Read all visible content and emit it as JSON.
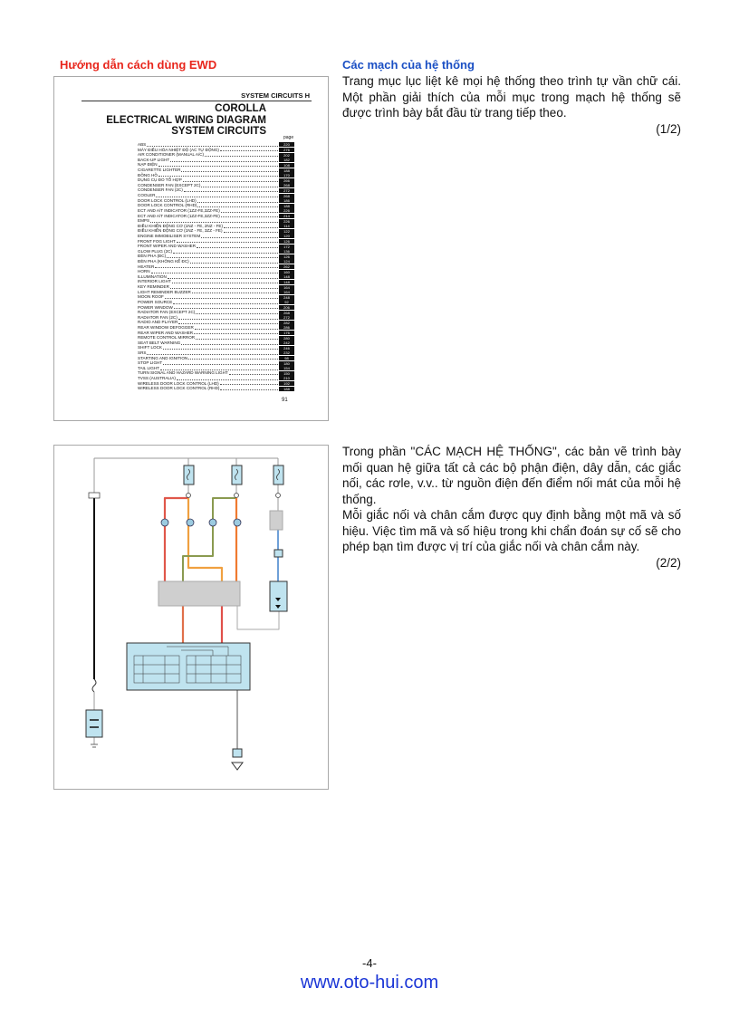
{
  "left_heading": "Hướng dẫn cách dùng EWD",
  "right_heading": "Các mạch của hệ thống",
  "para1": "Trang mục lục liệt kê mọi hệ thống theo trình tự vần chữ cái. Một phần giải thích của mỗi mục trong mạch hệ thống sẽ được trình bày bắt đầu từ trang tiếp theo.",
  "para1_index": "(1/2)",
  "para2a": "Trong phần \"CÁC MẠCH HỆ THỐNG\", các bản vẽ trình bày mối quan hệ giữa tất cả các bộ phận điện, dây dẫn, các giắc nối, các rơle, v.v.. từ nguồn điện đến điểm nối mát của mỗi hệ thống.",
  "para2b": "Mỗi giắc nối và chân cắm được quy định bằng một mã và số hiệu. Việc tìm mã và số hiệu trong khi chẩn đoán sự cố sẽ cho phép bạn tìm được vị trí của giắc nối và chân cắm này.",
  "para2_index": "(2/2)",
  "index_image": {
    "header": "SYSTEM CIRCUITS H",
    "title1": "COROLLA",
    "title2": "ELECTRICAL WIRING DIAGRAM",
    "title3": "SYSTEM CIRCUITS",
    "page_label": "page",
    "footer_page": "91",
    "entries": [
      {
        "label": "ABS",
        "page": "220"
      },
      {
        "label": "MÁY ĐIỀU HÒA NHIỆT ĐỘ (AC TỰ ĐỘNG)",
        "page": "276"
      },
      {
        "label": "AIR CONDITIONER (MANUAL A/C)",
        "page": "202"
      },
      {
        "label": "BACK-UP LIGHT",
        "page": "182"
      },
      {
        "label": "NẠP ĐIỆN",
        "page": "108"
      },
      {
        "label": "CIGARETTE LIGHTER",
        "page": "188"
      },
      {
        "label": "ĐỒNG HỒ",
        "page": "170"
      },
      {
        "label": "DỤNG CỤ ĐO TỔ HỢP",
        "page": "266"
      },
      {
        "label": "CONDENSER FAN (EXCEPT 2C)",
        "page": "268"
      },
      {
        "label": "CONDENSER FAN (2C)",
        "page": "272"
      },
      {
        "label": "COOLER",
        "page": "268"
      },
      {
        "label": "DOOR LOCK CONTROL (LHD)",
        "page": "186"
      },
      {
        "label": "DOOR LOCK CONTROL (RHD)",
        "page": "188"
      },
      {
        "label": "ECT AND A/T INDICATOR (1ZZ-FE,3ZZ-FE)",
        "page": "226"
      },
      {
        "label": "ECT AND A/T INDICATOR (1ZZ-FE,3ZZ-FE)",
        "page": "214"
      },
      {
        "label": "EMPS",
        "page": "226"
      },
      {
        "label": "ĐIỀU KHIỂN ĐỘNG CƠ (1NZ - FE, 2NZ - FE)",
        "page": "114"
      },
      {
        "label": "ĐIỀU KHIỂN ĐỘNG CƠ (1NZ - FE, 3ZZ - FE)",
        "page": "122"
      },
      {
        "label": "ENGINE IMMOBILISER SYSTEM",
        "page": "120"
      },
      {
        "label": "FRONT FOG LIGHT",
        "page": "126"
      },
      {
        "label": "FRONT WIPER AND WASHER",
        "page": "172"
      },
      {
        "label": "GLOW PLUG (2C)",
        "page": "136"
      },
      {
        "label": "ĐÈN PHA (ĐC)",
        "page": "126"
      },
      {
        "label": "ĐÈN PHA (KHÔNG KỂ ĐC)",
        "page": "124"
      },
      {
        "label": "HEATER",
        "page": "262"
      },
      {
        "label": "HORN",
        "page": "160"
      },
      {
        "label": "ILLUMINATION",
        "page": "148"
      },
      {
        "label": "INTERIOR LIGHT",
        "page": "148"
      },
      {
        "label": "KEY REMINDER",
        "page": "164"
      },
      {
        "label": "LIGHT REMINDER BUZZER",
        "page": "164"
      },
      {
        "label": "MOON ROOF",
        "page": "248"
      },
      {
        "label": "POWER SOURCE",
        "page": "92"
      },
      {
        "label": "POWER WINDOW",
        "page": "206"
      },
      {
        "label": "RADIATOR FAN (EXCEPT 2C)",
        "page": "268"
      },
      {
        "label": "RADIATOR FAN (2C)",
        "page": "272"
      },
      {
        "label": "RADIO AND PLAYER",
        "page": "282"
      },
      {
        "label": "REAR WINDOW DEFOGGER",
        "page": "286"
      },
      {
        "label": "REAR WIPER AND WASHER",
        "page": "176"
      },
      {
        "label": "REMOTE CONTROL MIRROR",
        "page": "280"
      },
      {
        "label": "SEAT BELT WARNING",
        "page": "242"
      },
      {
        "label": "SHIFT LOCK",
        "page": "246"
      },
      {
        "label": "SRS",
        "page": "232"
      },
      {
        "label": "STARTING AND IGNITION",
        "page": "98"
      },
      {
        "label": "STOP LIGHT",
        "page": "180"
      },
      {
        "label": "TAIL LIGHT",
        "page": "154"
      },
      {
        "label": "TURN SIGNAL AND HAZARD WARNING LIGHT",
        "page": "150"
      },
      {
        "label": "TVSS (AUSTRALIA)",
        "page": "210"
      },
      {
        "label": "WIRELESS DOOR LOCK CONTROL (LHD)",
        "page": "192"
      },
      {
        "label": "WIRELESS DOOR LOCK CONTROL (RHD)",
        "page": "188"
      }
    ]
  },
  "colors": {
    "heading_red": "#e8261c",
    "heading_blue": "#1a4fc4",
    "link_blue": "#1a35d6",
    "component_fill": "#bfe3ef",
    "wire_red": "#e0574a",
    "wire_orange": "#f0a040",
    "wire_blue": "#6fa0d8"
  },
  "page_number": "-4-",
  "website": "www.oto-hui.com"
}
